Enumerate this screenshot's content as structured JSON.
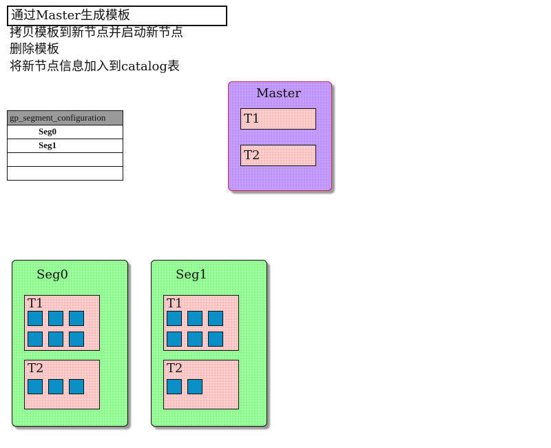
{
  "steps": [
    "通过Master生成模板",
    "拷贝模板到新节点并启动新节点",
    "删除模板",
    "将新节点信息加入到catalog表"
  ],
  "catalog_table": {
    "header": "gp_segment_configuration",
    "rows": [
      "Seg0",
      "Seg1",
      "",
      ""
    ]
  },
  "master": {
    "title": "Master",
    "tables": [
      "T1",
      "T2"
    ]
  },
  "segments": [
    {
      "title": "Seg0",
      "tables": [
        {
          "name": "T1",
          "blocks": 6
        },
        {
          "name": "T2",
          "blocks": 3
        }
      ]
    },
    {
      "title": "Seg1",
      "tables": [
        {
          "name": "T1",
          "blocks": 6
        },
        {
          "name": "T2",
          "blocks": 2
        }
      ]
    }
  ],
  "colors": {
    "master_fill": "#c59cff",
    "segment_fill": "#99ff99",
    "table_fill": "#ffcccc",
    "block_fill": "#0a8fc7",
    "header_fill": "#9a9a9a"
  }
}
